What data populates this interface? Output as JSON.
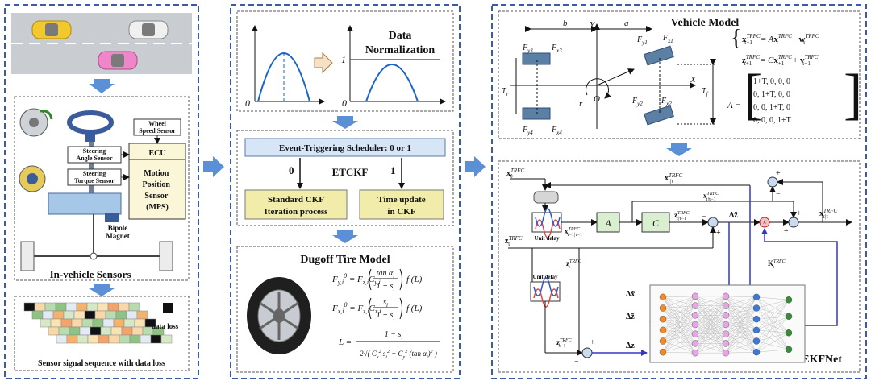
{
  "panel1": {
    "inner_label": "In-vehicle Sensors",
    "wheel_speed_sensor": [
      "Wheel",
      "Speed Sensor"
    ],
    "steering_angle_sensor": [
      "Steering",
      "Angle Sensor"
    ],
    "steering_torque_sensor": [
      "Steering",
      "Torque Sensor"
    ],
    "ecu": "ECU",
    "mps": [
      "Motion",
      "Position",
      "Sensor",
      "(MPS)"
    ],
    "bipole_magnet": [
      "Bipole",
      "Magnet"
    ],
    "data_loss_legend": "data loss",
    "sequence_label": "Sensor signal sequence with data loss"
  },
  "panel2": {
    "normalization_title": [
      "Data",
      "Normalization"
    ],
    "axis_zero": "0",
    "axis_one": "1",
    "scheduler": "Event-Triggering Scheduler:  0 or 1",
    "branch_zero": "0",
    "branch_one": "1",
    "etckf": "ETCKF",
    "standard_ckf": [
      "Standard CKF",
      "Iteration process"
    ],
    "time_update": [
      "Time update",
      "in CKF"
    ],
    "tire_title": "Dugoff  Tire  Model"
  },
  "panel3": {
    "vehicle_title": "Vehicle  Model",
    "ekfnet_label": "EKFNet",
    "unit_delay": "Unit delay",
    "block_a": "A",
    "block_c": "C",
    "dim_b": "b",
    "dim_a": "a",
    "axis_x": "X",
    "axis_y": "Y",
    "origin": "O",
    "yaw_rate": "r",
    "track_r": "T",
    "track_f": "T",
    "forces": [
      "F",
      "F",
      "F",
      "F",
      "F",
      "F",
      "F",
      "F"
    ]
  },
  "colors": {
    "dash_border": "#3a5ba8",
    "arrow_blue": "#5b8fd6",
    "scheduler_fill": "#d6e6f7",
    "ckf_fill": "#f2ecaa",
    "block_fill": "#d9efd0",
    "wire_blue": "#3535c8",
    "curve_blue": "#1a64c8"
  }
}
